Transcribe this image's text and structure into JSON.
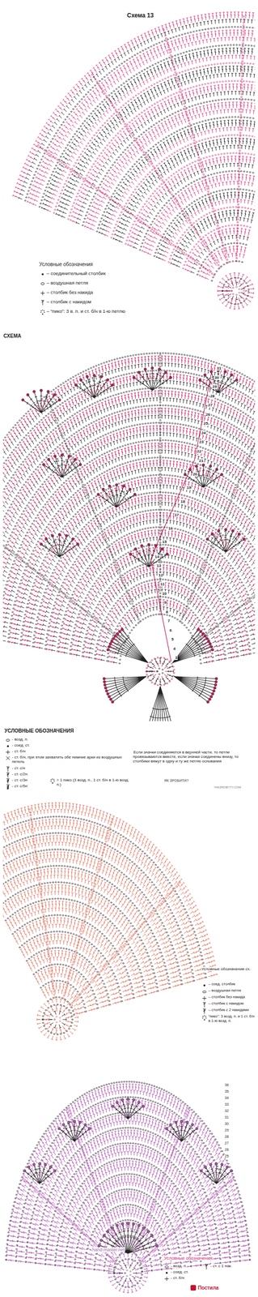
{
  "diagram": {
    "labels": [
      "Схема 13",
      "Условные обозначения",
      "СХЕМА",
      "УСЛОВНЫЕ ОБОЗНАЧЕНИЯ",
      "Если значки соединяются в верхней части, то петли провязываются вместе, если значки соединены внизу, то столбики вяжут в одну и ту же петлю основания",
      "ЯК ЗРОБИТИ?",
      "YAKZROBYTY.COM",
      "Условные обозначения сх.",
      "Условные обозначения",
      "hand-master.net",
      "Постила",
      "3",
      "4",
      "5",
      "6",
      "7",
      "8",
      "9",
      "10",
      "11",
      "12",
      "13",
      "14",
      "15",
      "16",
      "17",
      "18",
      "19",
      "20",
      "21",
      "22",
      "23",
      "24",
      "25",
      "26",
      "27",
      "28",
      "29",
      "30",
      "31",
      "36",
      "35",
      "34",
      "33",
      "32",
      "31",
      "30",
      "29",
      "28",
      "27",
      "26",
      "25"
    ],
    "legend": [
      {
        "text": "– соединительный столбик"
      },
      {
        "text": "– воздушная петля"
      },
      {
        "text": "– столбик без накида"
      },
      {
        "text": "– столбик с накидом"
      },
      {
        "text": "– “пико”: 3 в. п. и ст. б/н в 1-ю петлю"
      },
      {
        "text": "- возд. п."
      },
      {
        "text": "- соед. ст."
      },
      {
        "text": "- ст. б/н"
      },
      {
        "text": "- ст. б/н, при этом захватить обе нижние арки из воздушных петель"
      },
      {
        "text": "- ст. с/н"
      },
      {
        "text": "- ст. с/2н"
      },
      {
        "text": "- ст. с/3н"
      },
      {
        "text": "- ст. с/5н"
      },
      {
        "text": "= 1 пико (3 возд. п., 1 ст. б/н в 1-ю возд. п.)"
      },
      {
        "text": "– соед. столбик"
      },
      {
        "text": "– воздушная петля"
      },
      {
        "text": "– столбик без накида"
      },
      {
        "text": "– столбик с накидом"
      },
      {
        "text": "– столбик с 2 накидами"
      },
      {
        "text": "“пико”: 3 возд. п. и 1 ст. б/н в 1-ю возд. п."
      },
      {
        "text": "- возд. п."
      },
      {
        "text": "- соед. ст."
      },
      {
        "text": "- ст. б/н"
      },
      {
        "text": "- ст. с 1 нак."
      }
    ]
  }
}
